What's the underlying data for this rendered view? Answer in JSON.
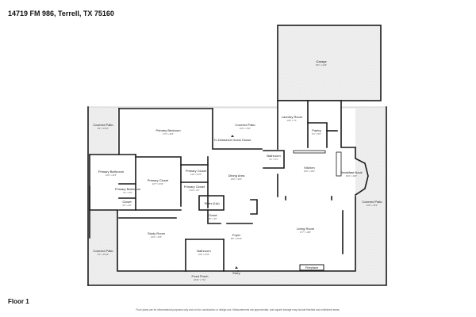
{
  "header": {
    "address": "14719 FM 986, Terrell, TX 75160"
  },
  "footer": {
    "floor_label": "Floor 1",
    "disclaimer": "Floor plans are for informational purposes only and not for construction or design use. Measurements are approximate, and square footage may include finished and unfinished areas."
  },
  "colors": {
    "wall": "#1a1a1a",
    "outdoor_fill": "#ececec",
    "indoor_fill": "#ffffff"
  },
  "rooms": [
    {
      "id": "garage",
      "name": "Garage",
      "dims": "26'1\" x 22'9\""
    },
    {
      "id": "laundry-room",
      "name": "Laundry Room",
      "dims": "10'5\" x 7'1\""
    },
    {
      "id": "pantry",
      "name": "Pantry",
      "dims": "5'1\" x 5'0\""
    },
    {
      "id": "covered-patio-top-left",
      "name": "Covered Patio",
      "dims": "8'4\" x 16'11\""
    },
    {
      "id": "primary-bedroom",
      "name": "Primary Bedroom",
      "dims": "17'4\" x 16'4\""
    },
    {
      "id": "covered-patio-top",
      "name": "Covered Patio",
      "dims": "16'0\" x 5'11\""
    },
    {
      "id": "detached-guest-house",
      "name": "To Detached Guest House",
      "dims": ""
    },
    {
      "id": "bathroom-center",
      "name": "Bathroom",
      "dims": "6'1\" x 5'4\""
    },
    {
      "id": "kitchen",
      "name": "Kitchen",
      "dims": "16'0\" x 16'0\""
    },
    {
      "id": "breakfast-nook",
      "name": "Breakfast Nook",
      "dims": "9'10\" x 10'0\""
    },
    {
      "id": "primary-bathroom",
      "name": "Primary Bathroom",
      "dims": "12'0\" x 16'5\""
    },
    {
      "id": "primary-closet-large",
      "name": "Primary Closet",
      "dims": "10'7\" x 9'10\""
    },
    {
      "id": "primary-closet-a",
      "name": "Primary Closet",
      "dims": "6'10\" x 6'10\""
    },
    {
      "id": "primary-closet-b",
      "name": "Primary Closet",
      "dims": "6'10\" x 4'0\""
    },
    {
      "id": "dining-area",
      "name": "Dining Area",
      "dims": "16'6\" x 10'0\""
    },
    {
      "id": "primary-bathroom-small",
      "name": "Primary Bathroom",
      "dims": "5'1\" x 5'0\""
    },
    {
      "id": "closet-left",
      "name": "Closet",
      "dims": "3'0\" x 3'0\""
    },
    {
      "id": "stairs",
      "name": "Stairs (Up)",
      "dims": ""
    },
    {
      "id": "closet-center",
      "name": "Closet",
      "dims": "3'6\" x 3'0\""
    },
    {
      "id": "covered-patio-right",
      "name": "Covered Patio",
      "dims": "10'6\" x 10'0\""
    },
    {
      "id": "covered-patio-left",
      "name": "Covered Patio",
      "dims": "8'7\" x 16'10\""
    },
    {
      "id": "study-room",
      "name": "Study Room",
      "dims": "16'0\" x 13'6\""
    },
    {
      "id": "bathroom-lower",
      "name": "Bathroom",
      "dims": "10'0\" x 6'10\""
    },
    {
      "id": "foyer",
      "name": "Foyer",
      "dims": "8'8\" x 10'10\""
    },
    {
      "id": "living-room",
      "name": "Living Room",
      "dims": "27'7\" x 19'8\""
    },
    {
      "id": "fireplace",
      "name": "Fireplace",
      "dims": ""
    },
    {
      "id": "front-porch",
      "name": "Front Porch",
      "dims": "40'11\" x 7'11\""
    },
    {
      "id": "entry",
      "name": "Entry",
      "dims": ""
    }
  ]
}
